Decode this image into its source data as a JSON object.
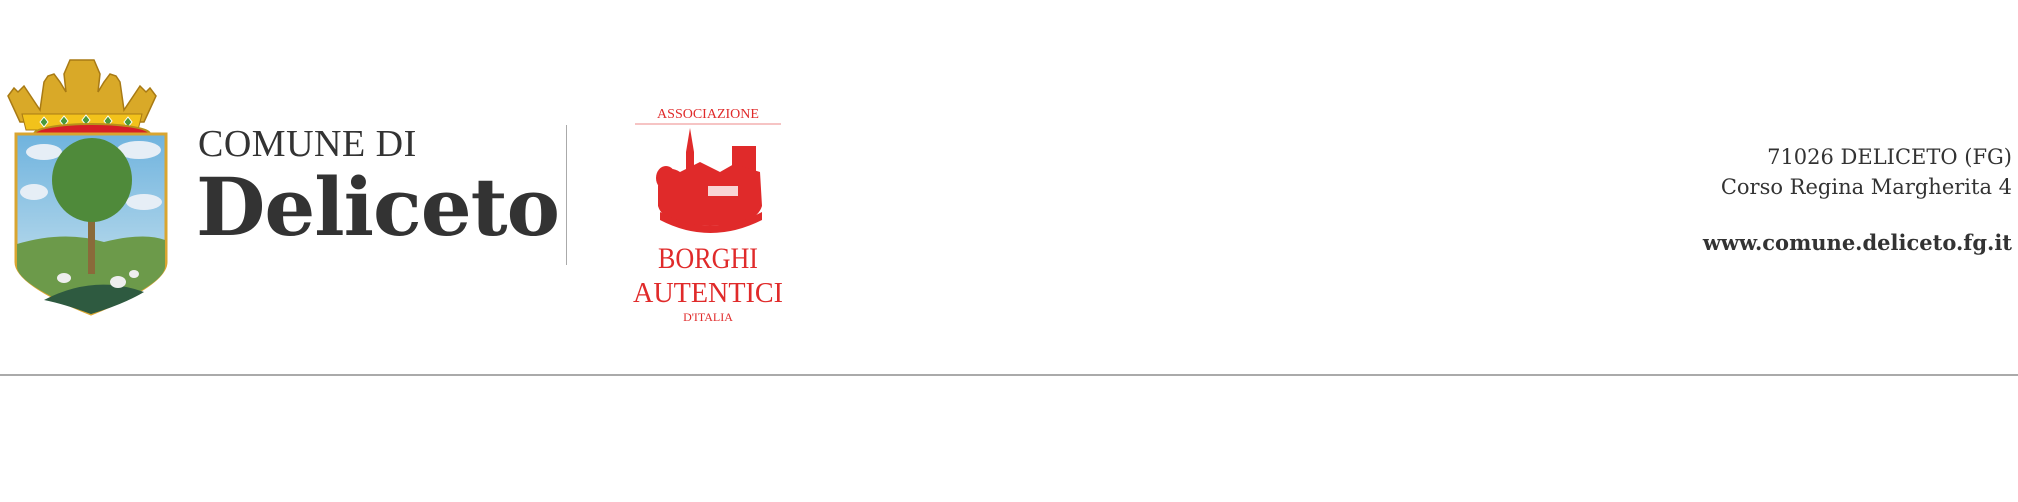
{
  "header": {
    "municipality_prefix": "COMUNE DI",
    "municipality_name": "Deliceto",
    "partner_logo": {
      "top": "ASSOCIAZIONE",
      "line1": "BORGHI",
      "line2": "AUTENTICI",
      "line3": "D'ITALIA",
      "color": "#e02a2a"
    },
    "address_line1": "71026 DELICETO (FG)",
    "address_line2": "Corso Regina Margherita 4",
    "website": "www.comune.deliceto.fg.it"
  }
}
